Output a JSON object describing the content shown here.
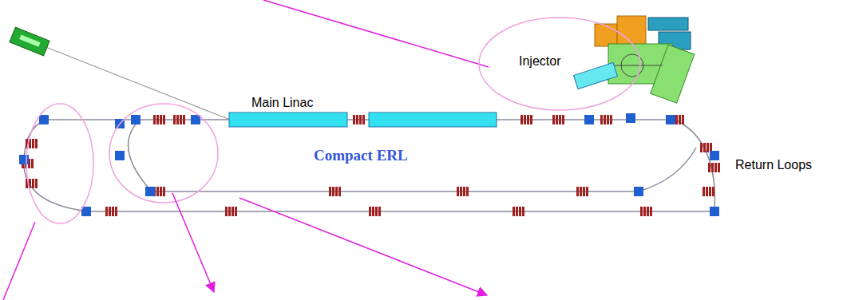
{
  "diagram": {
    "nodes": [
      {
        "text": [
          "Injector"
        ]
      }
    ],
    "edges": [],
    "labels": [
      "Main Linac",
      "Compact ERL",
      "Return Loops"
    ]
  }
}
